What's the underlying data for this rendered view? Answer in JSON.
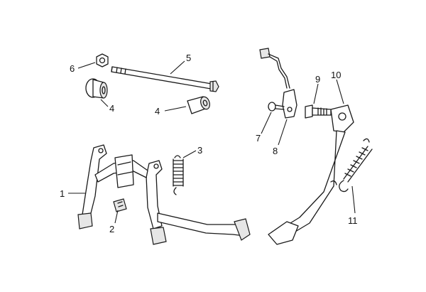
{
  "colors": {
    "line": "#1a1a1a",
    "background": "#ffffff",
    "shade": "#e6e6e6"
  },
  "callouts": {
    "c1": "1",
    "c2": "2",
    "c3": "3",
    "c4a": "4",
    "c4b": "4",
    "c5": "5",
    "c6": "6",
    "c7": "7",
    "c8": "8",
    "c9": "9",
    "c10": "10",
    "c11": "11"
  }
}
